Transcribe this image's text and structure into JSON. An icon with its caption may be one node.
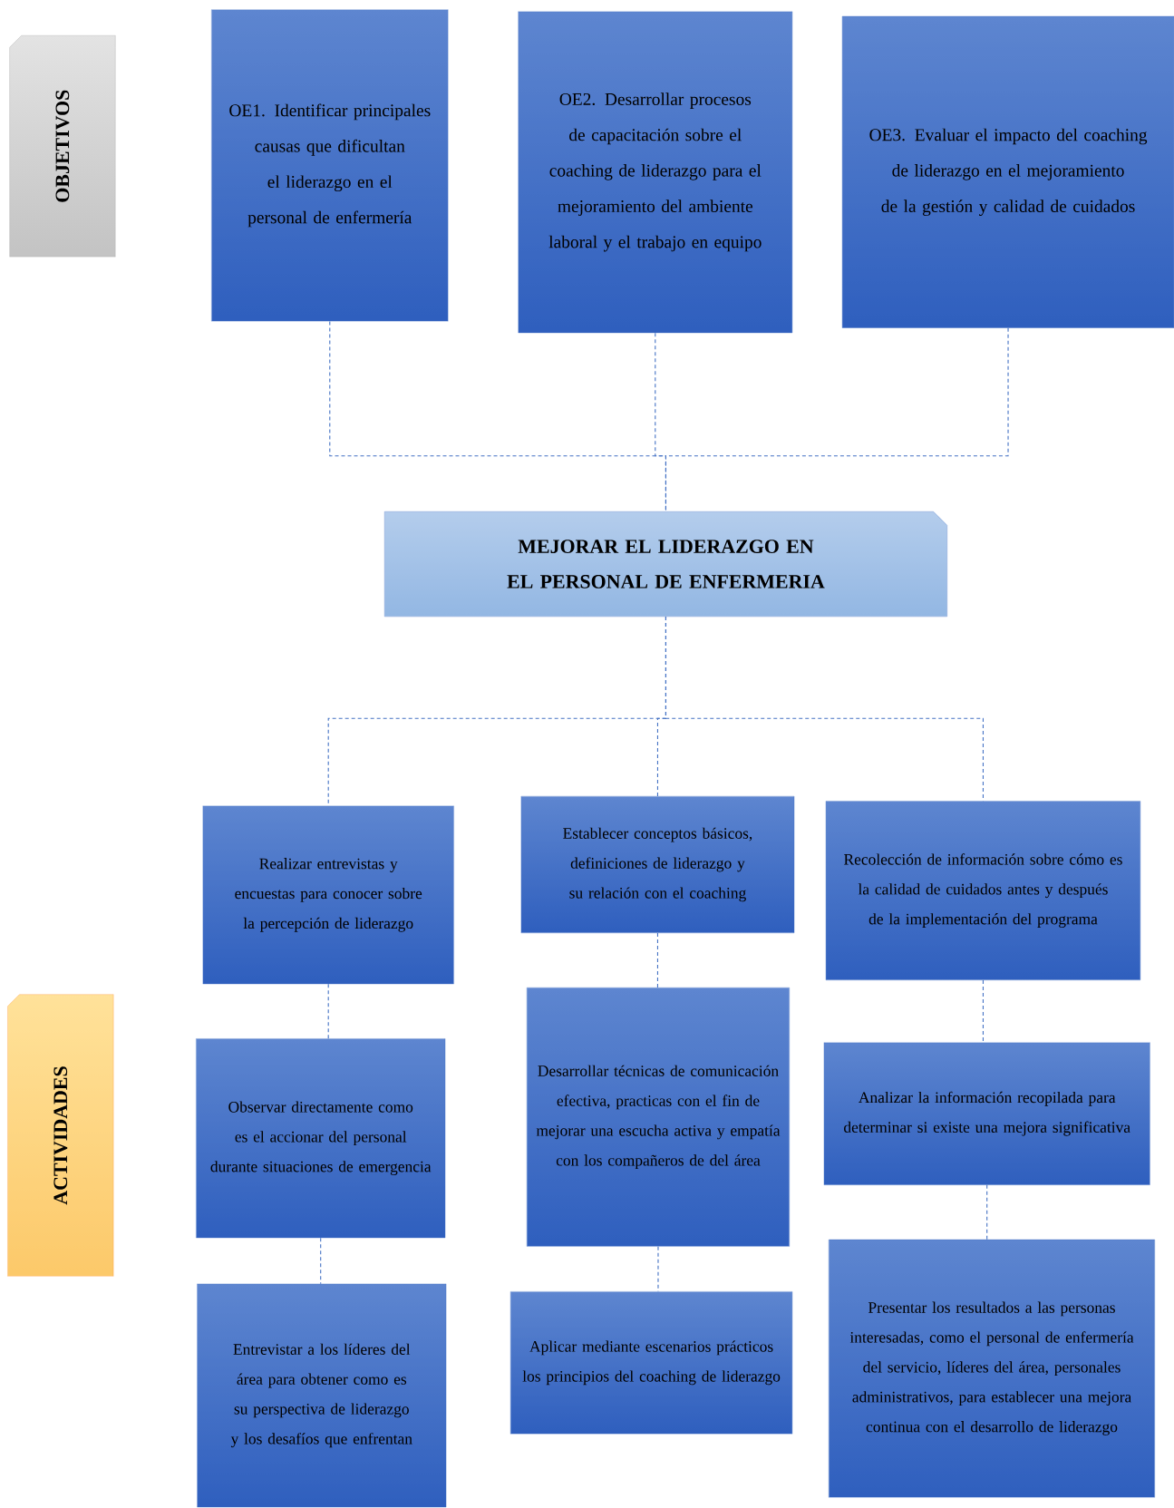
{
  "diagram": {
    "nodes": [
      {
        "text": [
          "OBJETIVOS"
        ]
      },
      {
        "text": [
          "OE1. Identificar principales causas que dificultan el liderazgo en el personal de enfermería"
        ]
      },
      {
        "text": [
          "OE2. Desarrollar procesos de capacitación sobre el coaching de liderazgo para el mejoramiento del ambiente laboral y el trabajo en equipo"
        ]
      },
      {
        "text": [
          "OE3. Evaluar el impacto del coaching de liderazgo en el mejoramiento de la gestión y calidad de cuidados"
        ]
      },
      {
        "text": [
          "MEJORAR EL LIDERAZGO EN EL PERSONAL DE ENFERMERIA"
        ]
      },
      {
        "text": [
          "ACTIVIDADES"
        ]
      },
      {
        "text": [
          "Realizar entrevistas y encuestas para conocer sobre la percepción de liderazgo"
        ]
      },
      {
        "text": [
          "Observar directamente como es el accionar del personal durante situaciones de emergencia"
        ]
      },
      {
        "text": [
          "Entrevistar a los líderes del área para obtener como es su perspectiva de liderazgo y los desafíos que enfrentan"
        ]
      },
      {
        "text": [
          "Establecer conceptos básicos, definiciones de liderazgo y su relación con el coaching"
        ]
      },
      {
        "text": [
          "Desarrollar técnicas de comunicación efectiva, practicas con el fin de mejorar una escucha activa y empatía con los compañeros de del área"
        ]
      },
      {
        "text": [
          "Aplicar mediante escenarios prácticos los principios del coaching de liderazgo"
        ]
      },
      {
        "text": [
          "Recolección de información sobre cómo es la calidad de cuidados antes y después de la implementación del programa"
        ]
      },
      {
        "text": [
          "Analizar la información recopilada para determinar si existe una mejora significativa"
        ]
      },
      {
        "text": [
          "Presentar los resultados a las personas interesadas, como el personal de enfermería del servicio, líderes del área, personales administrativos, para establecer una mejora continua con el desarrollo de liderazgo"
        ]
      }
    ],
    "edges": [
      {
        "from": 1,
        "to": 4,
        "arrow": "none",
        "style": "dashed"
      },
      {
        "from": 2,
        "to": 4,
        "arrow": "none",
        "style": "dashed"
      },
      {
        "from": 3,
        "to": 4,
        "arrow": "none",
        "style": "dashed"
      },
      {
        "from": 4,
        "to": 6,
        "arrow": "none",
        "style": "dashed"
      },
      {
        "from": 4,
        "to": 9,
        "arrow": "none",
        "style": "dashed"
      },
      {
        "from": 4,
        "to": 12,
        "arrow": "none",
        "style": "dashed"
      },
      {
        "from": 6,
        "to": 7,
        "arrow": "none",
        "style": "dashed"
      },
      {
        "from": 7,
        "to": 8,
        "arrow": "none",
        "style": "dashed"
      },
      {
        "from": 9,
        "to": 10,
        "arrow": "none",
        "style": "dashed"
      },
      {
        "from": 10,
        "to": 11,
        "arrow": "none",
        "style": "dashed"
      },
      {
        "from": 12,
        "to": 13,
        "arrow": "none",
        "style": "dashed"
      },
      {
        "from": 13,
        "to": 14,
        "arrow": "none",
        "style": "dashed"
      }
    ]
  }
}
